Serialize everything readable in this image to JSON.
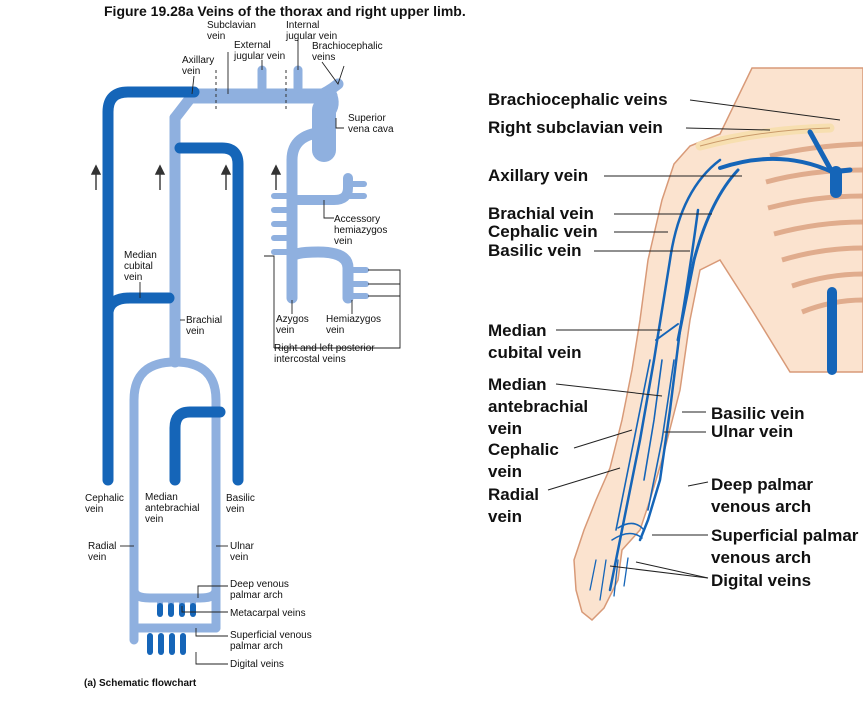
{
  "figure_title": "Figure 19.28a  Veins of the thorax and right upper limb.",
  "caption": "(a) Schematic flowchart",
  "colors": {
    "deep_vein": "#1565b8",
    "superficial_vein": "#8fb0df",
    "skin": "#fbe3cf",
    "skin_outline": "#d89a78",
    "bone": "#f7dfb0",
    "label_line": "#222222"
  },
  "schematic_labels": {
    "subclavian": [
      "Subclavian",
      "vein"
    ],
    "internal_jugular": [
      "Internal",
      "jugular vein"
    ],
    "external_jugular": [
      "External",
      "jugular vein"
    ],
    "brachiocephalic": [
      "Brachiocephalic",
      "veins"
    ],
    "axillary": [
      "Axillary",
      "vein"
    ],
    "svc": [
      "Superior",
      "vena cava"
    ],
    "accessory_hemiazygos": [
      "Accessory",
      "hemiazygos",
      "vein"
    ],
    "median_cubital": [
      "Median",
      "cubital",
      "vein"
    ],
    "brachial": [
      "Brachial",
      "vein"
    ],
    "azygos": [
      "Azygos",
      "vein"
    ],
    "hemiazygos": [
      "Hemiazygos",
      "vein"
    ],
    "posterior_intercostal": [
      "Right and left posterior",
      "intercostal veins"
    ],
    "cephalic": [
      "Cephalic",
      "vein"
    ],
    "median_antebrachial": [
      "Median",
      "antebrachial",
      "vein"
    ],
    "basilic": [
      "Basilic",
      "vein"
    ],
    "radial": [
      "Radial",
      "vein"
    ],
    "ulnar": [
      "Ulnar",
      "vein"
    ],
    "deep_palmar": [
      "Deep venous",
      "palmar arch"
    ],
    "metacarpal": [
      "Metacarpal veins"
    ],
    "superficial_palmar": [
      "Superficial venous",
      "palmar arch"
    ],
    "digital": [
      "Digital veins"
    ]
  },
  "anatomy_labels": {
    "brachiocephalic": [
      "Brachiocephalic veins"
    ],
    "right_subclavian": [
      "Right subclavian vein"
    ],
    "axillary": [
      "Axillary vein"
    ],
    "brachial": [
      "Brachial vein"
    ],
    "cephalic_upper": [
      "Cephalic vein"
    ],
    "basilic_upper": [
      "Basilic vein"
    ],
    "median_cubital": [
      "Median",
      "cubital vein"
    ],
    "median_antebrachial": [
      "Median",
      "antebrachial",
      "vein"
    ],
    "cephalic_lower": [
      "Cephalic",
      "vein"
    ],
    "radial": [
      "Radial",
      "vein"
    ],
    "basilic_lower": [
      "Basilic vein"
    ],
    "ulnar": [
      "Ulnar vein"
    ],
    "deep_palmar": [
      "Deep palmar",
      "venous arch"
    ],
    "superficial_palmar": [
      "Superficial palmar",
      "venous arch"
    ],
    "digital": [
      "Digital veins"
    ]
  }
}
